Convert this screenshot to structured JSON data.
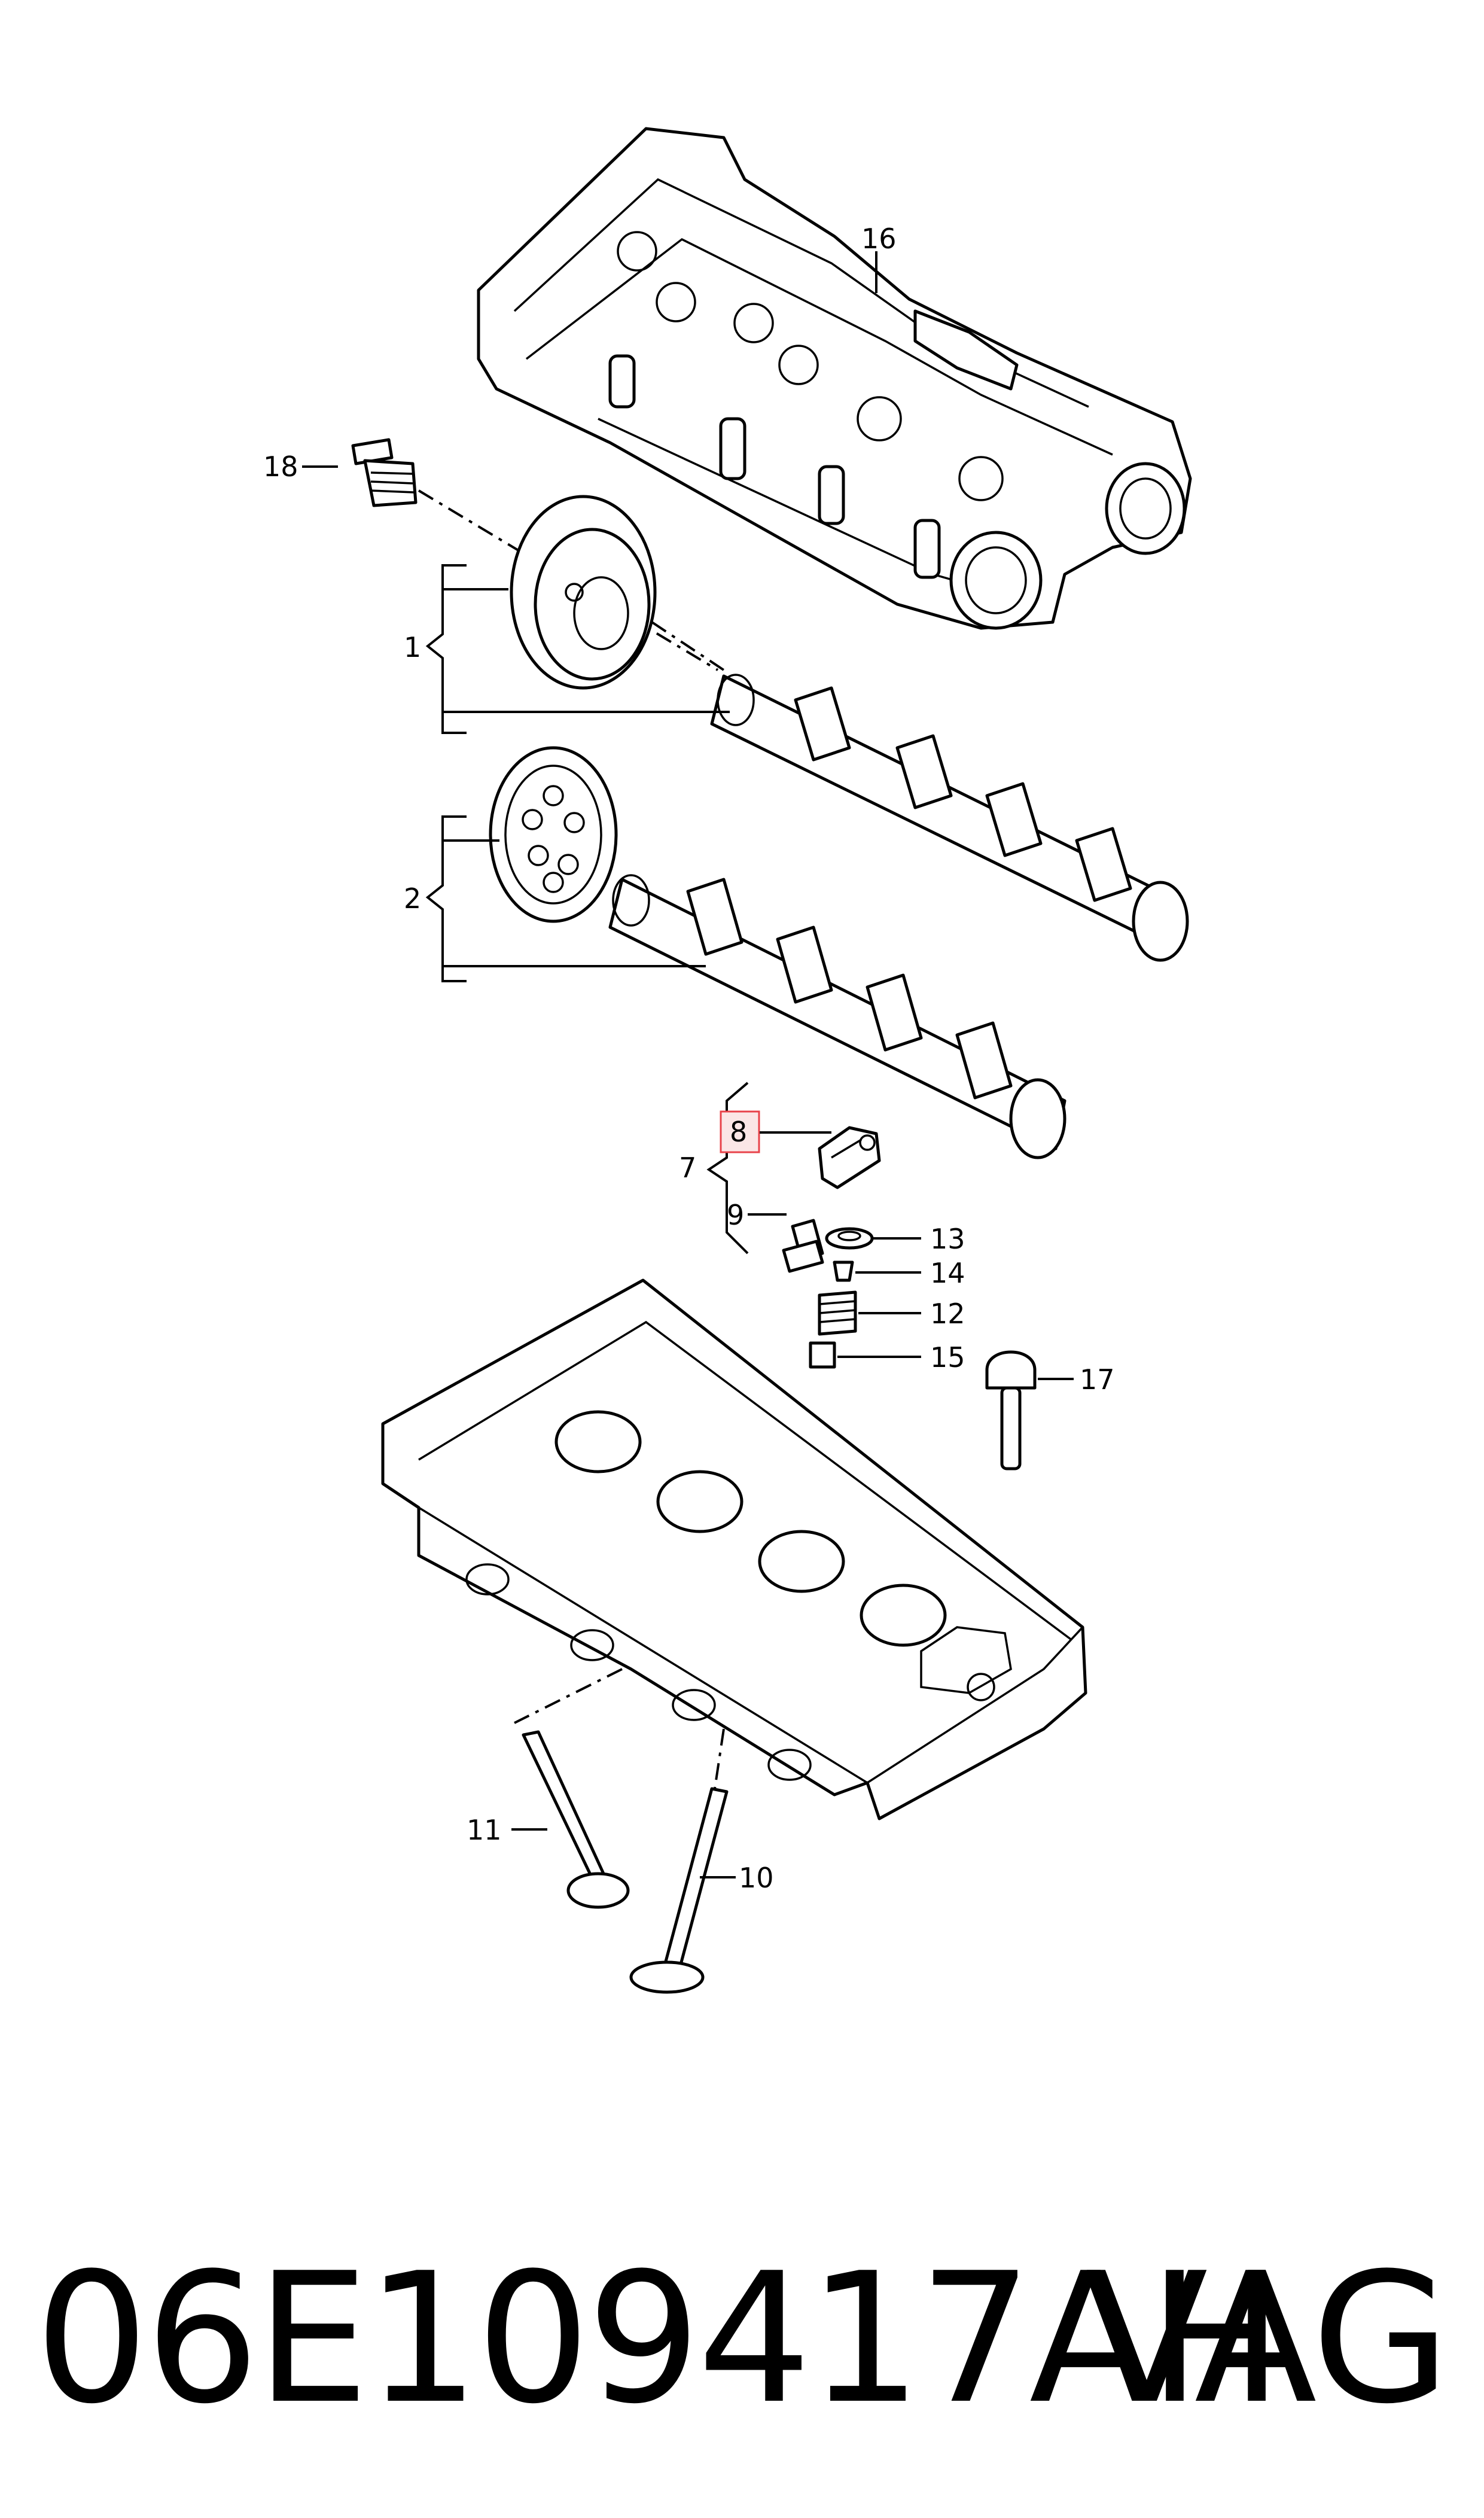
{
  "callouts": {
    "c1": "1",
    "c2": "2",
    "c7": "7",
    "c8": "8",
    "c9": "9",
    "c10": "10",
    "c11": "11",
    "c12": "12",
    "c13": "13",
    "c14": "14",
    "c15": "15",
    "c16": "16",
    "c17": "17",
    "c18": "18"
  },
  "highlight": {
    "callout": "8",
    "color": "#e8434a",
    "fill": "#fbe6e6"
  },
  "footer": {
    "part_number": "06E109417AH",
    "brand": "VAG"
  }
}
